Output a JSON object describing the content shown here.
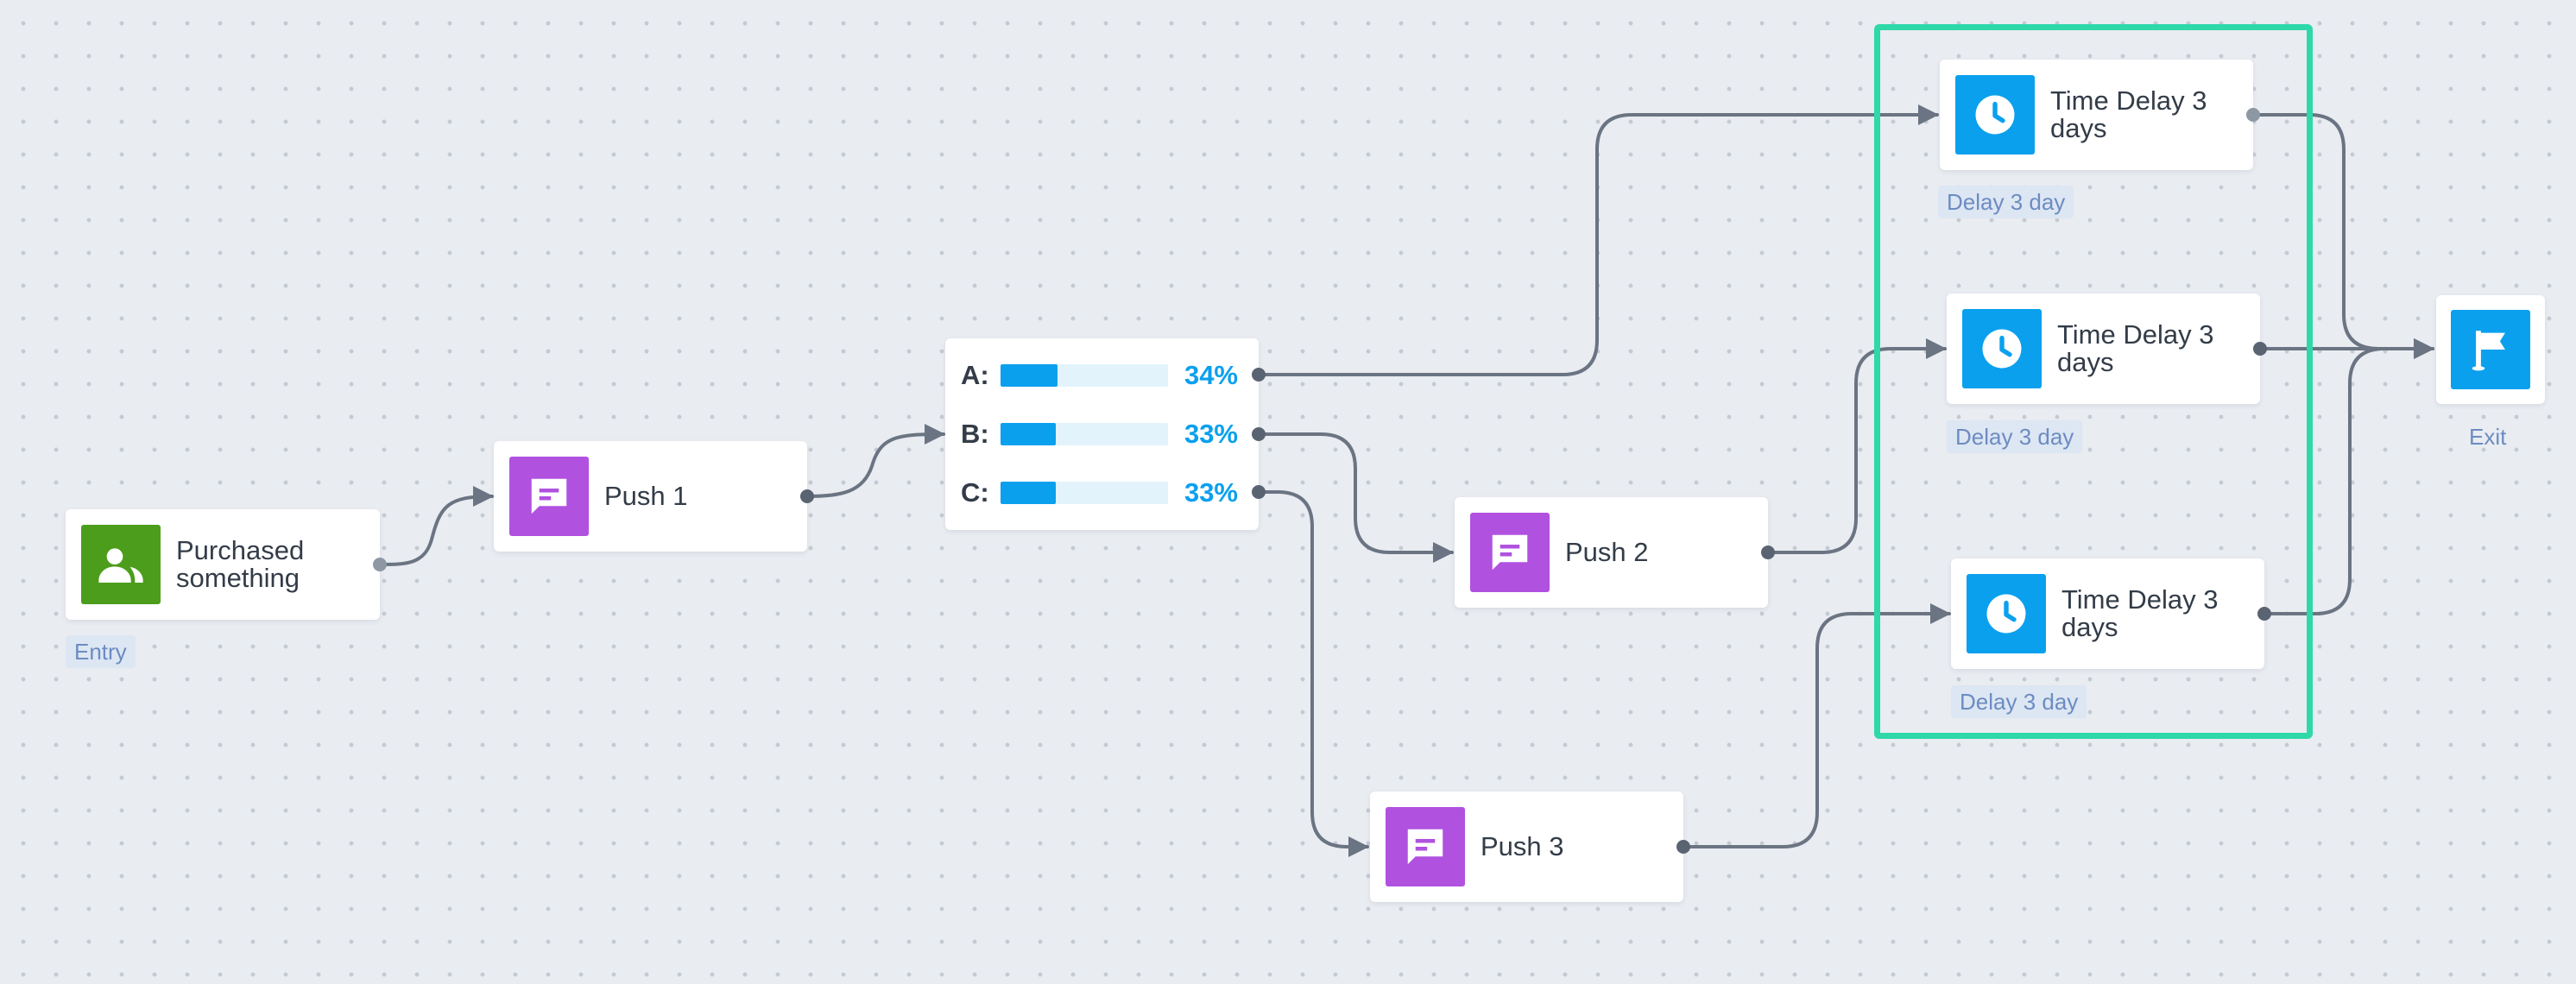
{
  "nodes": {
    "entry": {
      "label": "Purchased something",
      "tag": "Entry",
      "icon": "users-icon"
    },
    "push1": {
      "label": "Push 1",
      "icon": "message-icon"
    },
    "push2": {
      "label": "Push 2",
      "icon": "message-icon"
    },
    "push3": {
      "label": "Push 3",
      "icon": "message-icon"
    },
    "delay1": {
      "label": "Time Delay 3 days",
      "tag": "Delay 3 day",
      "icon": "clock-icon"
    },
    "delay2": {
      "label": "Time Delay 3 days",
      "tag": "Delay 3 day",
      "icon": "clock-icon"
    },
    "delay3": {
      "label": "Time Delay 3 days",
      "tag": "Delay 3 day",
      "icon": "clock-icon"
    },
    "exit": {
      "tag": "Exit",
      "icon": "flag-icon"
    }
  },
  "split": {
    "branches": [
      {
        "key": "A:",
        "percent_label": "34%",
        "fraction": 0.34
      },
      {
        "key": "B:",
        "percent_label": "33%",
        "fraction": 0.33
      },
      {
        "key": "C:",
        "percent_label": "33%",
        "fraction": 0.33
      }
    ]
  },
  "colors": {
    "entry_icon": "#4c9d1b",
    "push_icon": "#b051e0",
    "delay_icon": "#0aa0ee",
    "exit_icon": "#0aa0ee",
    "split_fill": "#0aa0ee",
    "split_track": "#e2f3fc",
    "connector": "#6b7482",
    "selection": "#2ed8a8"
  }
}
